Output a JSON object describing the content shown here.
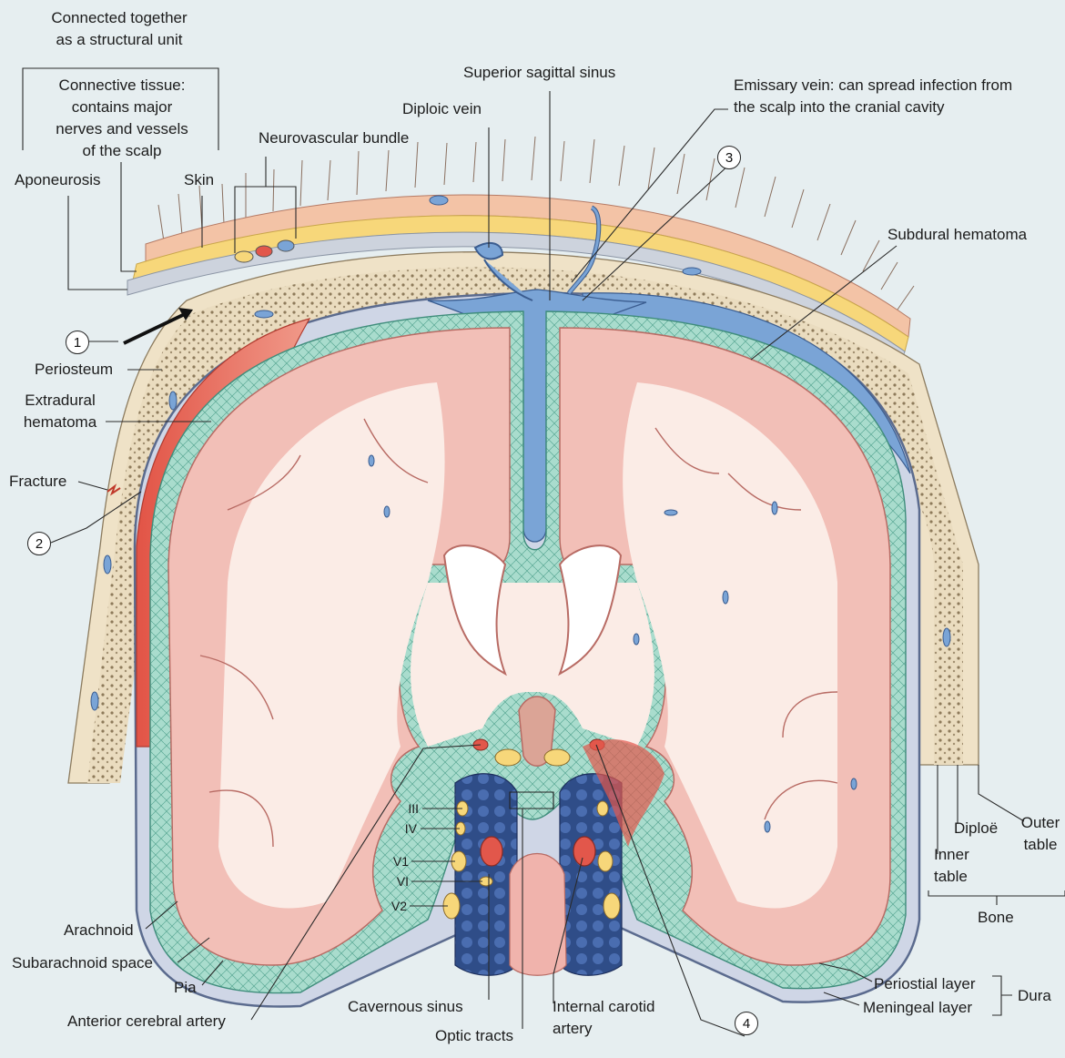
{
  "labels": {
    "connected": "Connected together\nas a structural unit",
    "connective": "Connective tissue:\ncontains major\nnerves and vessels\nof the scalp",
    "aponeurosis": "Aponeurosis",
    "skin": "Skin",
    "neurovascular": "Neurovascular bundle",
    "diploic_vein": "Diploic vein",
    "sss": "Superior sagittal sinus",
    "emissary": "Emissary vein: can spread infection from\nthe scalp into the cranial cavity",
    "subdural": "Subdural hematoma",
    "periosteum": "Periosteum",
    "extradural": "Extradural\nhematoma",
    "fracture": "Fracture",
    "arachnoid": "Arachnoid",
    "subarachnoid": "Subarachnoid space",
    "pia": "Pia",
    "aca": "Anterior cerebral artery",
    "cavernous": "Cavernous sinus",
    "optic": "Optic tracts",
    "ica": "Internal carotid\nartery",
    "periostial_layer": "Periostial layer",
    "meningeal_layer": "Meningeal layer",
    "dura": "Dura",
    "diploe": "Diploë",
    "outer_table": "Outer\ntable",
    "inner_table": "Inner\ntable",
    "bone": "Bone",
    "n3": "III",
    "n4": "IV",
    "v1": "V1",
    "n6": "VI",
    "v2": "V2"
  },
  "callouts": [
    "1",
    "2",
    "3",
    "4"
  ],
  "colors": {
    "background": "#e6eef0",
    "scalp_skin": "#f3c3a6",
    "connective_tissue": "#f7d77a",
    "aponeurosis": "#cdd3dd",
    "bone": "#e9dcc3",
    "venous_blood": "#7aa4d6",
    "arterial_hemorrhage": "#e2574b",
    "meninges": "#9fd3c6",
    "brain_cortex": "#f2bfb7",
    "white_matter": "#fbece6",
    "cavernous_sinus": "#2d4a86"
  }
}
